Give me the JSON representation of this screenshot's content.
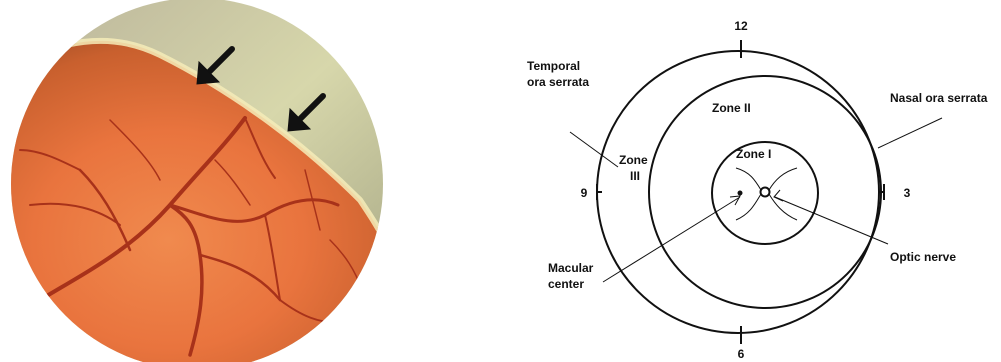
{
  "clock": {
    "twelve": "12",
    "three": "3",
    "six": "6",
    "nine": "9"
  },
  "labels": {
    "temporal_line1": "Temporal",
    "temporal_line2": "ora serrata",
    "nasal": "Nasal ora serrata",
    "zone_2": "Zone II",
    "zone_1": "Zone I",
    "zone_3_line1": "Zone",
    "zone_3_line2": "III",
    "optic_nerve": "Optic nerve",
    "macular_line1": "Macular",
    "macular_line2": "center"
  }
}
